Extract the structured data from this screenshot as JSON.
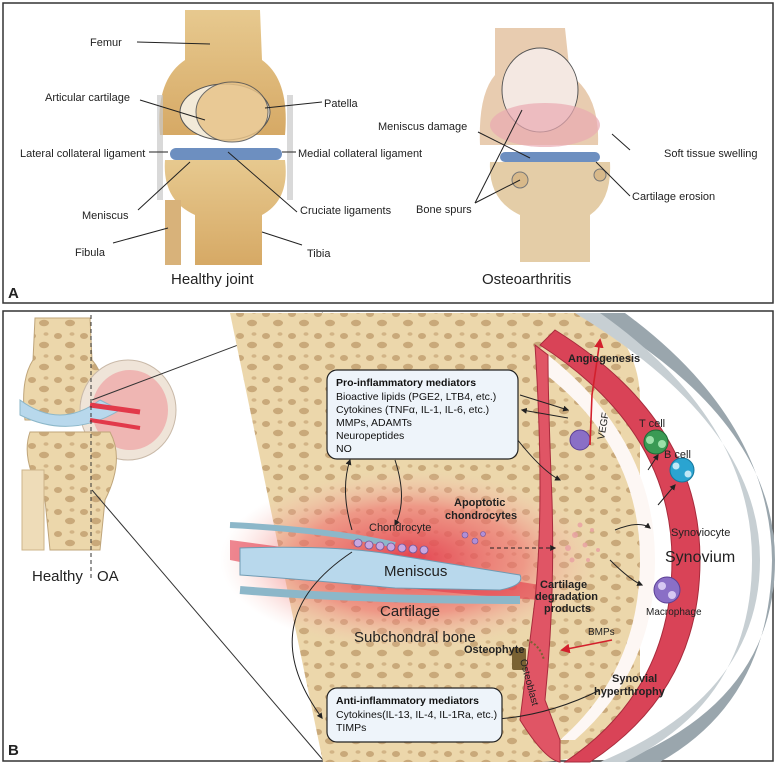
{
  "panel_a": {
    "letter": "A",
    "healthy_caption": "Healthy joint",
    "oa_caption": "Osteoarthritis",
    "healthy_labels": {
      "femur": "Femur",
      "articular_cartilage": "Articular cartilage",
      "patella": "Patella",
      "lateral_collateral": "Lateral collateral ligament",
      "medial_collateral": "Medial collateral ligament",
      "meniscus": "Meniscus",
      "cruciate": "Cruciate ligaments",
      "fibula": "Fibula",
      "tibia": "Tibia"
    },
    "oa_labels": {
      "meniscus_damage": "Meniscus damage",
      "soft_tissue": "Soft tissue swelling",
      "bone_spurs": "Bone spurs",
      "cartilage_erosion": "Cartilage erosion"
    }
  },
  "panel_b": {
    "letter": "B",
    "small_joint": {
      "healthy": "Healthy",
      "oa": "OA"
    },
    "labels": {
      "angiogenesis": "Angiogenesis",
      "vegf": "VEGF",
      "t_cell": "T cell",
      "b_cell": "B cell",
      "chondrocyte": "Chondrocyte",
      "apoptotic": [
        "Apoptotic",
        "chondrocytes"
      ],
      "synoviocyte": "Synoviocyte",
      "synovium": "Synovium",
      "meniscus": "Meniscus",
      "degradation": [
        "Cartilage",
        "degradation",
        "products"
      ],
      "macrophage": "Macrophage",
      "cartilage": "Cartilage",
      "subchondral": "Subchondral bone",
      "osteophyte": "Osteophyte",
      "osteoblast": "Osteoblast",
      "bmps": "BMPs",
      "synovial_hyper": [
        "Synovial",
        "hyperthrophy"
      ]
    },
    "pro_box": {
      "title": "Pro-inflammatory mediators",
      "lines": [
        "Bioactive lipids (PGE2, LTB4, etc.)",
        "Cytokines (TNFα, IL-1, IL-6, etc.)",
        "MMPs, ADAMTs",
        "Neuropeptides",
        "NO"
      ]
    },
    "anti_box": {
      "title": "Anti-inflammatory mediators",
      "lines": [
        "Cytokines(IL-13, IL-4, IL-1Ra, etc.)",
        "TIMPs"
      ]
    }
  },
  "colors": {
    "bone": "#e9d3a6",
    "cartilage_red": "#e2394a",
    "synovium": "#d94357",
    "capsule": "#9aa6ad",
    "meniscus": "#8cb7c9"
  }
}
